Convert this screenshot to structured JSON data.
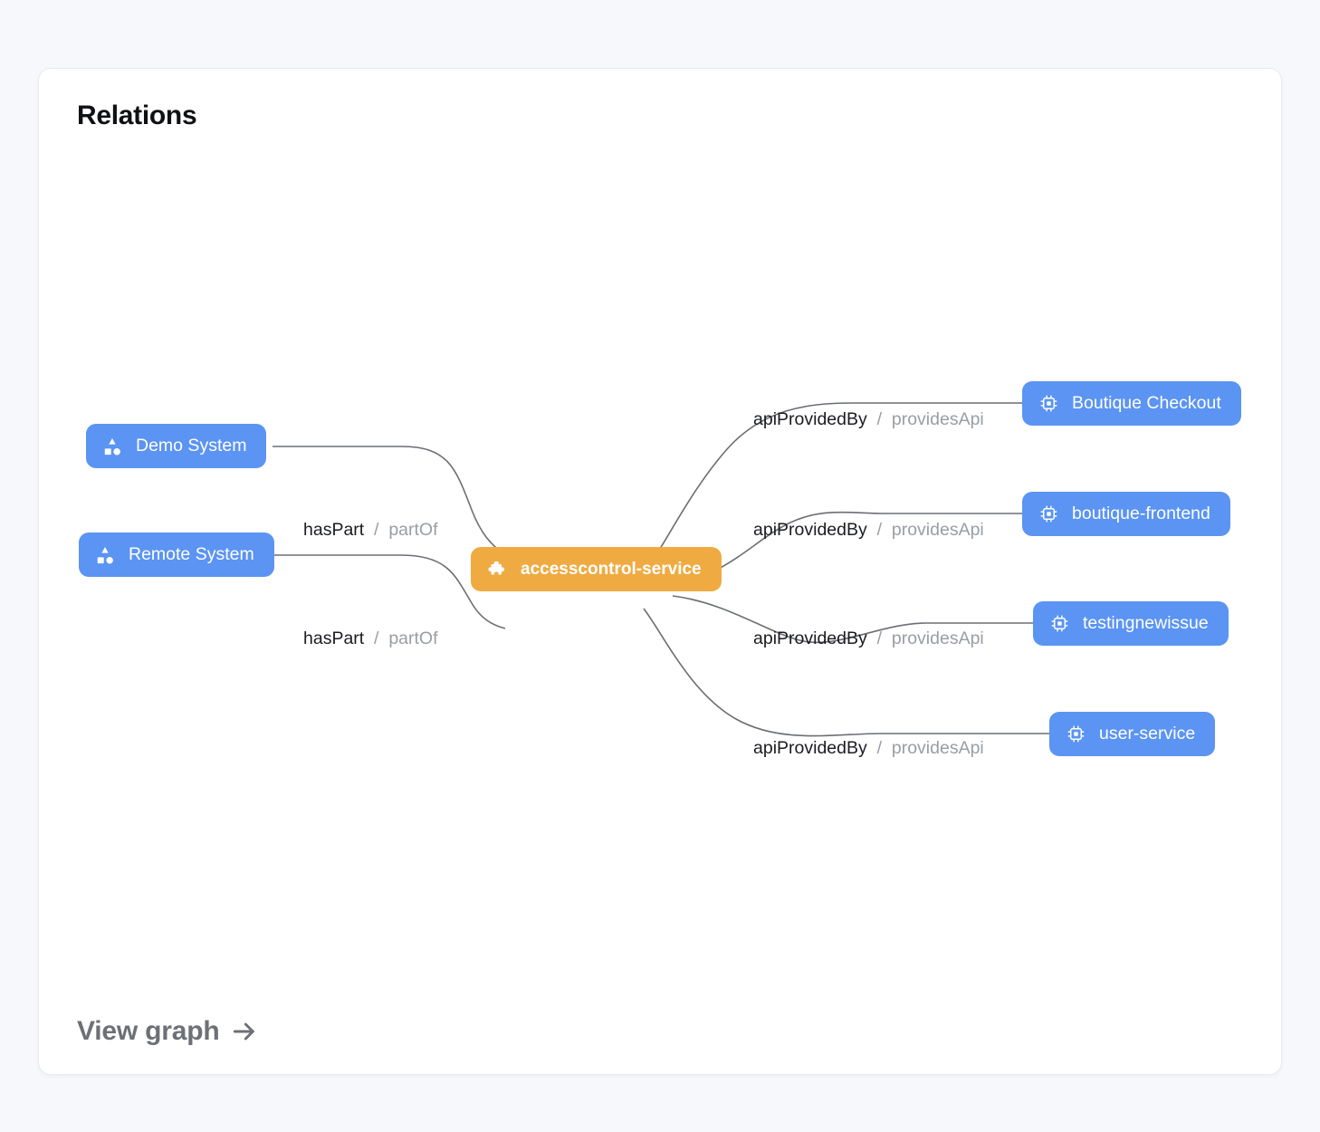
{
  "card": {
    "title": "Relations",
    "footer_link": {
      "label": "View graph",
      "icon": "arrow-right-icon"
    }
  },
  "colors": {
    "page_background": "#f7f8fc",
    "card_background": "#ffffff",
    "card_border": "#e9eaf0",
    "node_blue": "#5b94f2",
    "node_orange": "#efab42",
    "edge_stroke": "#6b6e74",
    "label_primary": "#1b1c1f",
    "label_secondary": "#9a9da5",
    "title_color": "#101114",
    "footer_color": "#6d7076"
  },
  "graph": {
    "center_node": {
      "id": "accesscontrol-service",
      "label": "accesscontrol-service",
      "icon": "puzzle-piece-icon",
      "kind": "component",
      "color": "#efab42"
    },
    "nodes": [
      {
        "id": "demo-system",
        "label": "Demo System",
        "icon": "shapes-icon",
        "kind": "system",
        "color": "#5b94f2",
        "side": "left"
      },
      {
        "id": "remote-system",
        "label": "Remote System",
        "icon": "shapes-icon",
        "kind": "system",
        "color": "#5b94f2",
        "side": "left"
      },
      {
        "id": "boutique-checkout",
        "label": "Boutique Checkout",
        "icon": "cpu-chip-icon",
        "kind": "api",
        "color": "#5b94f2",
        "side": "right"
      },
      {
        "id": "boutique-frontend",
        "label": "boutique-frontend",
        "icon": "cpu-chip-icon",
        "kind": "api",
        "color": "#5b94f2",
        "side": "right"
      },
      {
        "id": "testingnewissue",
        "label": "testingnewissue",
        "icon": "cpu-chip-icon",
        "kind": "api",
        "color": "#5b94f2",
        "side": "right"
      },
      {
        "id": "user-service",
        "label": "user-service",
        "icon": "cpu-chip-icon",
        "kind": "api",
        "color": "#5b94f2",
        "side": "right"
      }
    ],
    "edges": [
      {
        "id": "edge-demo-system",
        "from": "demo-system",
        "to": "accesscontrol-service",
        "forward": "hasPart",
        "separator": "/",
        "reverse": "partOf"
      },
      {
        "id": "edge-remote-system",
        "from": "remote-system",
        "to": "accesscontrol-service",
        "forward": "hasPart",
        "separator": "/",
        "reverse": "partOf"
      },
      {
        "id": "edge-boutique-checkout",
        "from": "accesscontrol-service",
        "to": "boutique-checkout",
        "forward": "apiProvidedBy",
        "separator": "/",
        "reverse": "providesApi"
      },
      {
        "id": "edge-boutique-frontend",
        "from": "accesscontrol-service",
        "to": "boutique-frontend",
        "forward": "apiProvidedBy",
        "separator": "/",
        "reverse": "providesApi"
      },
      {
        "id": "edge-testingnewissue",
        "from": "accesscontrol-service",
        "to": "testingnewissue",
        "forward": "apiProvidedBy",
        "separator": "/",
        "reverse": "providesApi"
      },
      {
        "id": "edge-user-service",
        "from": "accesscontrol-service",
        "to": "user-service",
        "forward": "apiProvidedBy",
        "separator": "/",
        "reverse": "providesApi"
      }
    ]
  }
}
